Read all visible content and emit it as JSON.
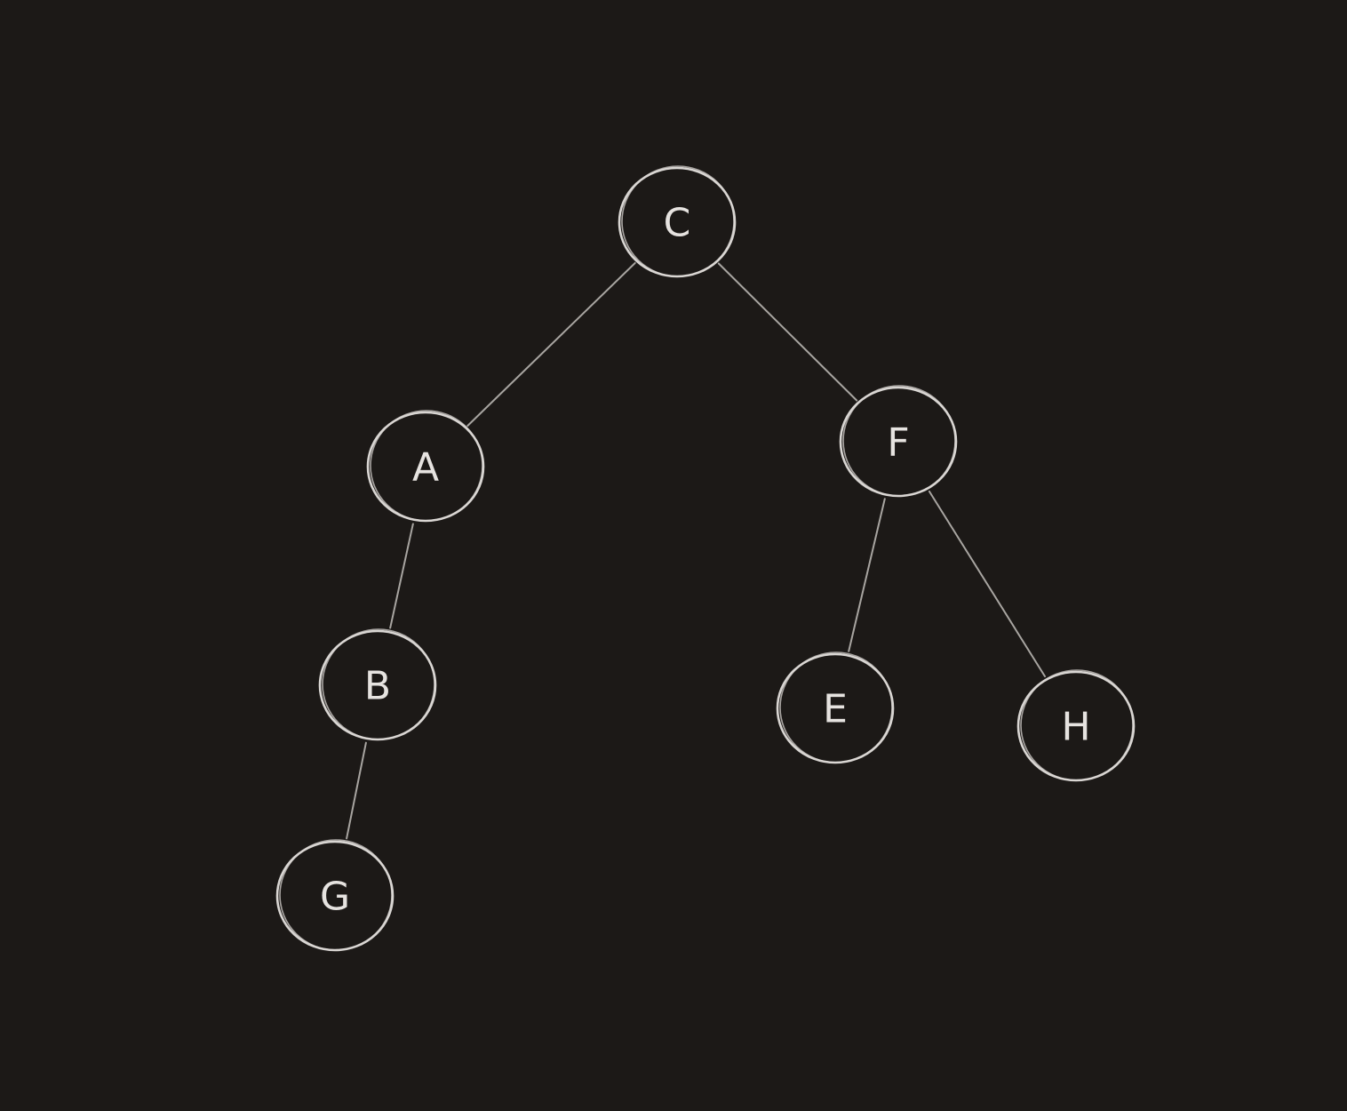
{
  "tree": {
    "nodes": [
      {
        "id": "C",
        "label": "C"
      },
      {
        "id": "A",
        "label": "A"
      },
      {
        "id": "F",
        "label": "F"
      },
      {
        "id": "B",
        "label": "B"
      },
      {
        "id": "E",
        "label": "E"
      },
      {
        "id": "H",
        "label": "H"
      },
      {
        "id": "G",
        "label": "G"
      }
    ],
    "edges": [
      {
        "from": "C",
        "to": "A"
      },
      {
        "from": "C",
        "to": "F"
      },
      {
        "from": "A",
        "to": "B"
      },
      {
        "from": "B",
        "to": "G"
      },
      {
        "from": "F",
        "to": "E"
      },
      {
        "from": "F",
        "to": "H"
      }
    ]
  },
  "colors": {
    "background": "#1c1917",
    "stroke": "#d9d6d3",
    "edge": "#a8a5a1",
    "text": "#e6e3e0"
  }
}
